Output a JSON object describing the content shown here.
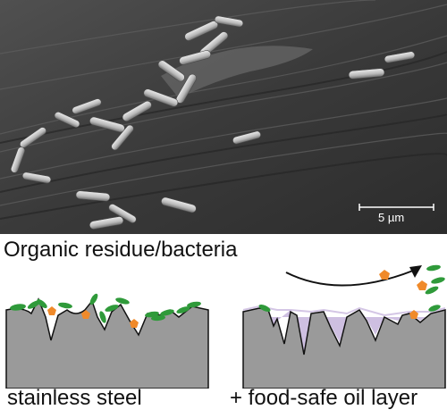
{
  "micrograph": {
    "scale_bar_label": "5 µm"
  },
  "heading": "Organic residue/bacteria",
  "panels": [
    {
      "caption": "stainless steel"
    },
    {
      "caption": "+ food-safe oil layer"
    }
  ],
  "colors": {
    "steel": "#9a9a9a",
    "bacteria": "#2f9a3a",
    "residue": "#f08a2a",
    "oil": "#c9b8de",
    "sem_background": "#3b3b3b"
  }
}
